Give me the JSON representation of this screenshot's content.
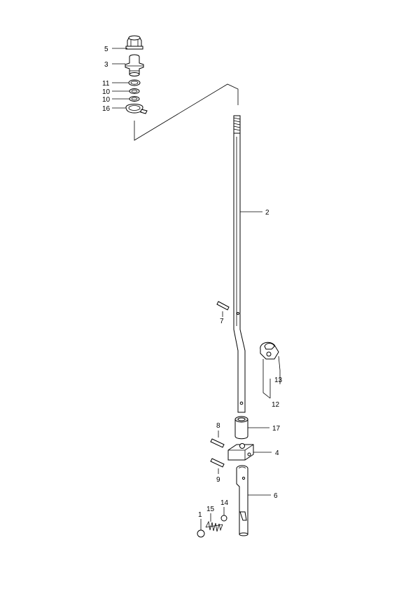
{
  "callouts": [
    {
      "id": "label-5",
      "text": "5"
    },
    {
      "id": "label-3",
      "text": "3"
    },
    {
      "id": "label-11",
      "text": "11"
    },
    {
      "id": "label-10a",
      "text": "10"
    },
    {
      "id": "label-10b",
      "text": "10"
    },
    {
      "id": "label-16",
      "text": "16"
    },
    {
      "id": "label-2",
      "text": "2"
    },
    {
      "id": "label-7",
      "text": "7"
    },
    {
      "id": "label-13",
      "text": "13"
    },
    {
      "id": "label-12",
      "text": "12"
    },
    {
      "id": "label-8",
      "text": "8"
    },
    {
      "id": "label-17",
      "text": "17"
    },
    {
      "id": "label-4",
      "text": "4"
    },
    {
      "id": "label-9",
      "text": "9"
    },
    {
      "id": "label-6",
      "text": "6"
    },
    {
      "id": "label-15",
      "text": "15"
    },
    {
      "id": "label-14",
      "text": "14"
    },
    {
      "id": "label-1",
      "text": "1"
    }
  ]
}
